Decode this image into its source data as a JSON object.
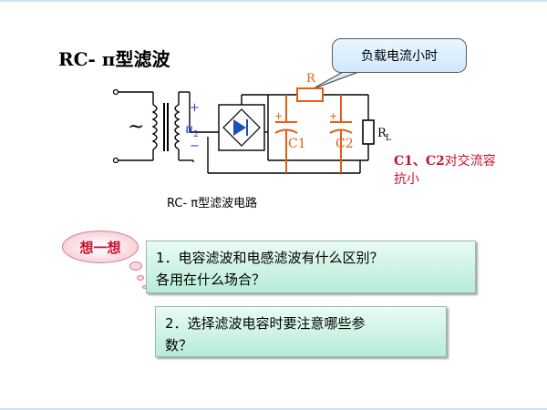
{
  "title": "RC- π型滤波",
  "callout": "负载电流小时",
  "note": {
    "line1_part1": "C1、C2",
    "line1_part2": "对交流容",
    "line2": "抗小"
  },
  "caption": "RC- π型滤波电路",
  "think": "想一想",
  "questions": [
    {
      "line1": "1．电容滤波和电感滤波有什么区别？",
      "line2": "各用在什么场合？"
    },
    {
      "line1": "2．选择滤波电容时要注意哪些参",
      "line2": "数？"
    }
  ],
  "circuit": {
    "resistor_label": "R",
    "load_label_main": "R",
    "load_label_sub": "L",
    "cap1_label": "C1",
    "cap2_label": "C2",
    "plus": "+",
    "minus": "−",
    "u_label": "u",
    "u_sub": "2",
    "ac_symbol": "~"
  },
  "colors": {
    "wire": "#000000",
    "component_orange": "#e35d12",
    "diode_blue": "#1a4fc3",
    "label_red": "#c8102e",
    "label_blue": "#1a36d8"
  }
}
